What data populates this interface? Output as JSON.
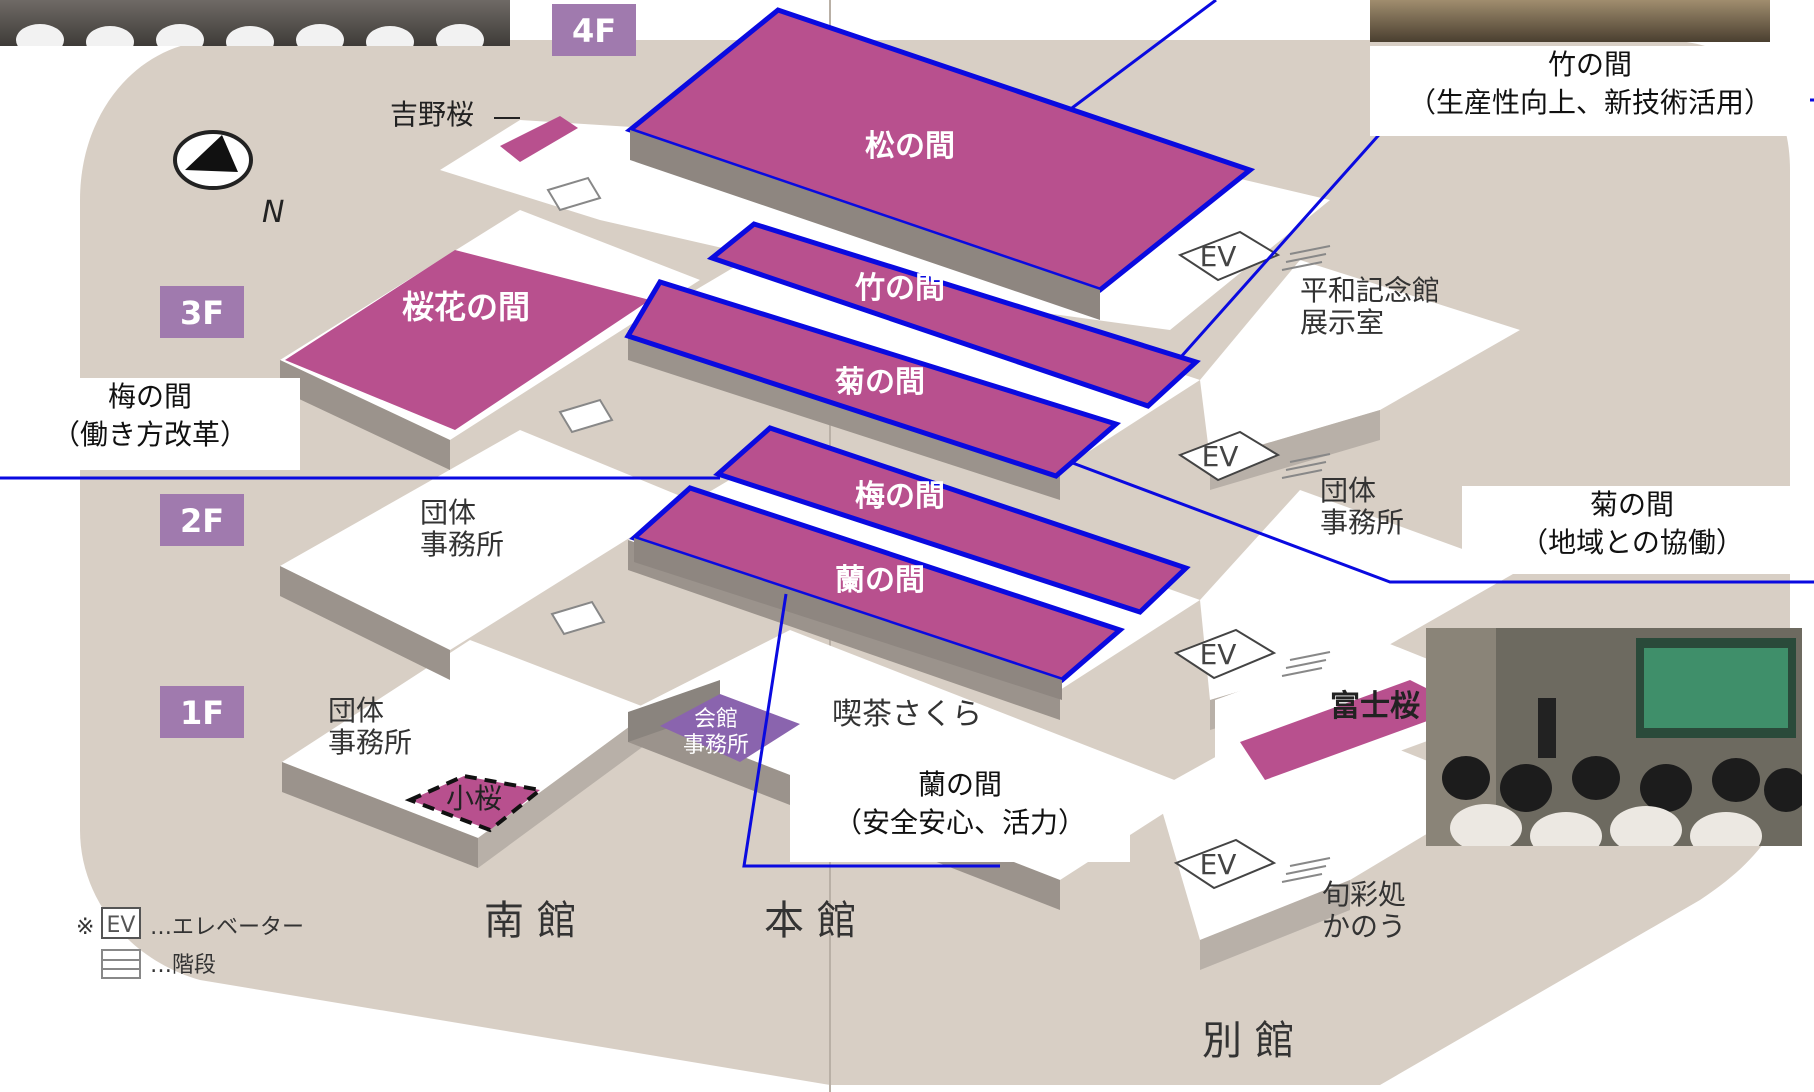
{
  "floors": {
    "f4": "4F",
    "f3": "3F",
    "f2": "2F",
    "f1": "1F"
  },
  "rooms": {
    "matsu": "松の間",
    "take": "竹の間",
    "kiku": "菊の間",
    "ume": "梅の間",
    "ran": "蘭の間",
    "ouka": "桜花の間",
    "yoshino": "吉野桜",
    "kozakura": "小桜",
    "fujizakura": "富士桜"
  },
  "facilities": {
    "heiwa_line1": "平和記念館",
    "heiwa_line2": "展示室",
    "dantai_line1": "団体",
    "dantai_line2": "事務所",
    "kaikan_line1": "会館",
    "kaikan_line2": "事務所",
    "kissa": "喫茶さくら",
    "shunsai_line1": "旬彩処",
    "shunsai_line2": "かのう",
    "ev": "EV"
  },
  "buildings": {
    "south": "南 館",
    "main": "本 館",
    "annex": "別 館"
  },
  "compass": {
    "north": "N"
  },
  "legend": {
    "mark": "※",
    "ev_box": "EV",
    "ev_desc": "…エレベーター",
    "stairs_desc": "…階段"
  },
  "callouts": {
    "take": {
      "title": "竹の間",
      "subtitle": "（生産性向上、新技術活用）"
    },
    "ume": {
      "title": "梅の間",
      "subtitle": "（働き方改革）"
    },
    "kiku": {
      "title": "菊の間",
      "subtitle": "（地域との協働）"
    },
    "ran": {
      "title": "蘭の間",
      "subtitle": "（安全安心、活力）"
    }
  },
  "colors": {
    "room_magenta": "#b8508e",
    "room_purple": "#8a64ae",
    "highlight_blue": "#0a0ae0",
    "background_beige": "#d8cfc5",
    "floor_label": "#a07aae"
  }
}
